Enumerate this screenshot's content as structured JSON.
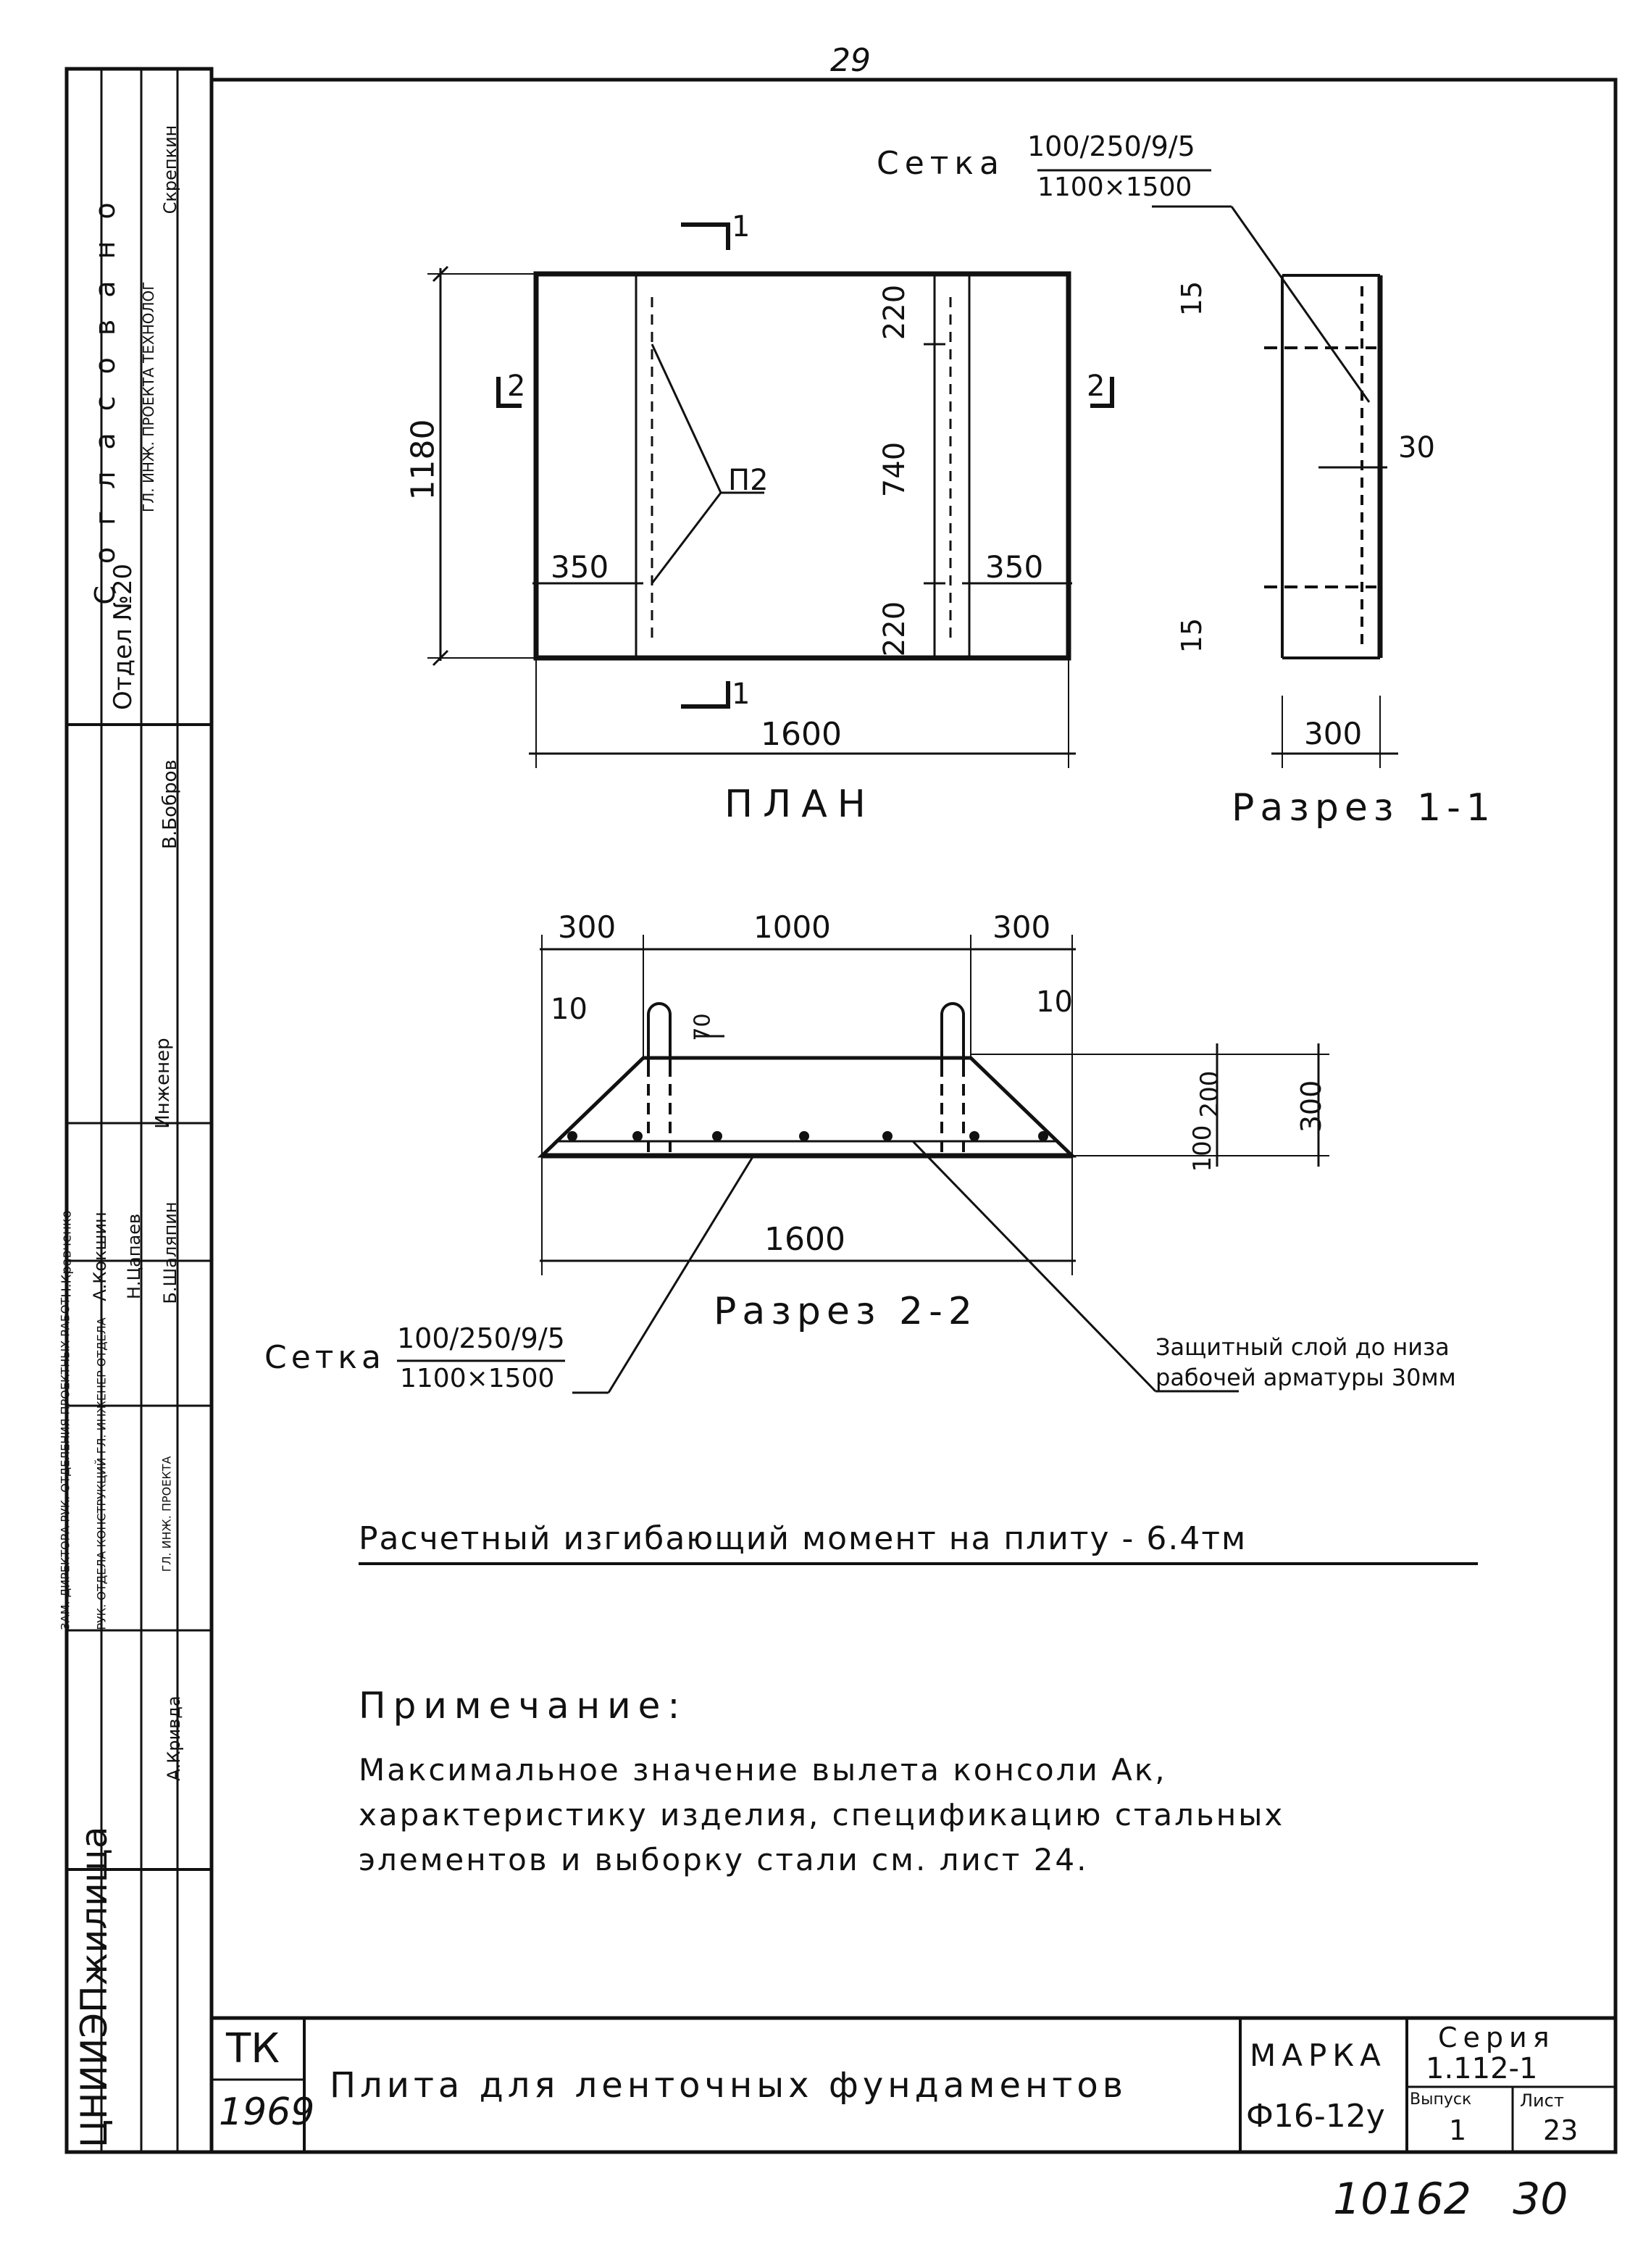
{
  "page_number_top": "29",
  "page_number_bottom": "10162   30",
  "mesh_label_top": {
    "word": "Сетка",
    "numerator": "100/250/9/5",
    "denominator": "1100×1500"
  },
  "mesh_label_bottom": {
    "word": "Сетка",
    "numerator": "100/250/9/5",
    "denominator": "1100×1500"
  },
  "plan": {
    "title": "ПЛАН",
    "dim_height": "1180",
    "dim_width": "1600",
    "dim_left": "350",
    "dim_right": "350",
    "dim_top": "220",
    "dim_mid": "740",
    "dim_bottom": "220",
    "mark": "П2",
    "section_1": "1",
    "section_2": "2"
  },
  "section_1_1": {
    "title": "Разрез 1-1",
    "dim_top": "15",
    "dim_bottom": "15",
    "dim_cover": "30",
    "dim_width": "300"
  },
  "section_2_2": {
    "title": "Разрез 2-2",
    "dim_left": "300",
    "dim_mid": "1000",
    "dim_right": "300",
    "dim_10_left": "10",
    "dim_10_right": "10",
    "dim_70": "70",
    "dim_100": "100",
    "dim_200": "200",
    "dim_300": "300",
    "dim_total": "1600"
  },
  "cover_note": {
    "line1": "Защитный слой до низа",
    "line2": "рабочей арматуры 30мм"
  },
  "moment_text": "Расчетный изгибающий момент на плиту - 6.4тм",
  "note": {
    "title": "Примечание:",
    "line1": "Максимальное значение вылета консоли Ак,",
    "line2": "характеристику изделия, спецификацию стальных",
    "line3": "элементов и выборку стали см. лист 24."
  },
  "left_strip": {
    "agreed": "Согласовано",
    "dept": "Отдел №20",
    "gi_tech": "ГЛ. ИНЖ. ПРОЕКТА ТЕХНОЛОГ",
    "name_skrebkov": "Скрепкин",
    "name_bobrov": "В.Бобров",
    "role_engineer": "Инженер",
    "name_shalyapin": "Б.Шаляпин",
    "name_tsapaev": "Н.Цапаев",
    "name_kokshin": "А.Кокшин",
    "name_kravchenko": "Н.Кравченко",
    "roles_block": "ЗАМ. ДИРЕКТОРА РУК. ОТДЕЛЕНИЯ ПРОЕКТНЫХ РАБОТ",
    "roles_block2": "РУК. ОТДЕЛА КОНСТРУКЦИЙ ГЛ. ИНЖЕНЕР ОТДЕЛА",
    "roles_block3": "ГЛ. ИНЖ. ПРОЕКТА",
    "name_krivda": "А.Кривда",
    "org": "ЦНИИЭПжилища"
  },
  "title_block": {
    "tk": "ТК",
    "year": "1969",
    "title": "Плита для ленточных фундаментов",
    "marka_label": "МАРКА",
    "marka_value": "Ф16-12у",
    "series_label": "Серия",
    "series_value": "1.112-1",
    "issue_label": "Выпуск",
    "issue_value": "1",
    "sheet_label": "Лист",
    "sheet_value": "23"
  }
}
